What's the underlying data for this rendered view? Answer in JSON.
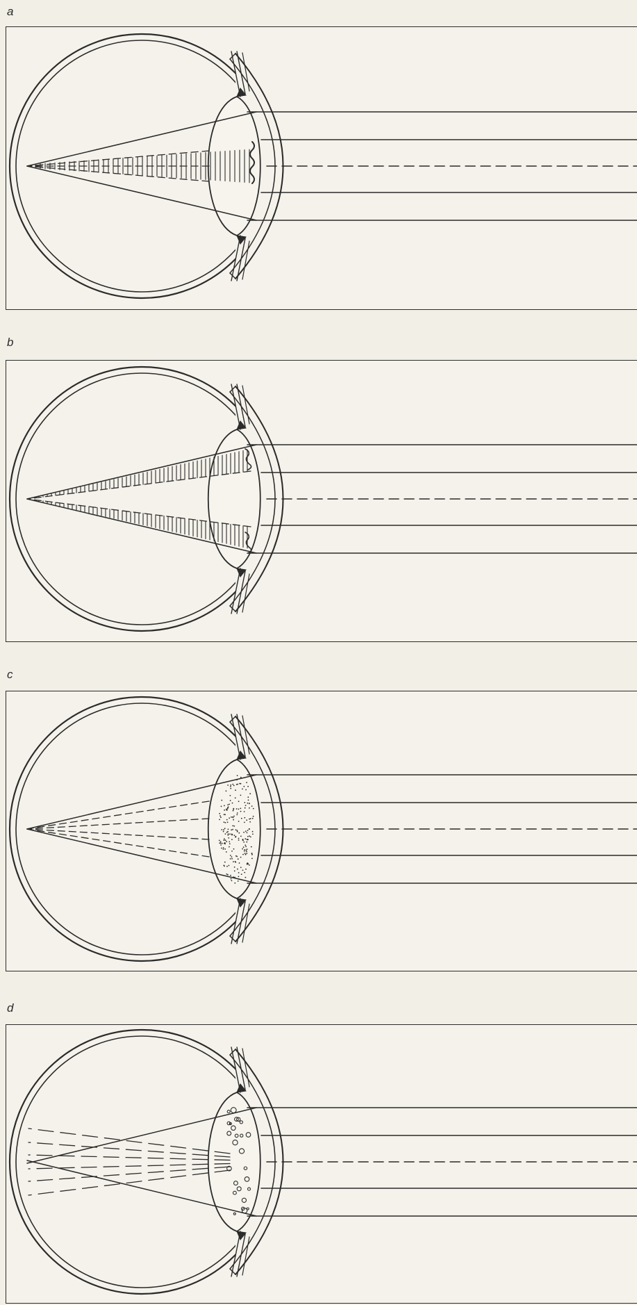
{
  "figure": {
    "panels": [
      {
        "id": "panel-a",
        "label": "a",
        "lens_variant": "anterior-cortical-opacity"
      },
      {
        "id": "panel-b",
        "label": "b",
        "lens_variant": "peripheral-cortical-opacity"
      },
      {
        "id": "panel-c",
        "label": "c",
        "lens_variant": "diffuse-nuclear-opacity"
      },
      {
        "id": "panel-d",
        "label": "d",
        "lens_variant": "vacuoles-and-scatter"
      }
    ],
    "colors": {
      "background": "#f1efe6",
      "panel_fill": "#f4f2ea",
      "ink": "#2b2b2b"
    }
  }
}
